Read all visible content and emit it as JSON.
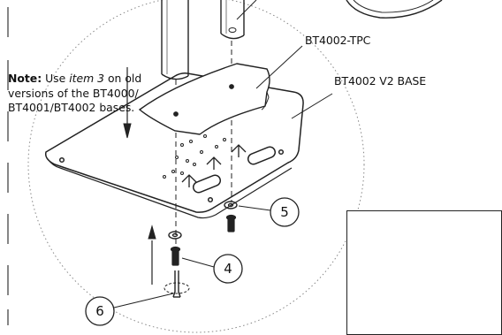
{
  "labels": {
    "tpc": "BT4002-TPC",
    "base": "BT4002 V2 BASE"
  },
  "callouts": [
    "5",
    "4",
    "6"
  ],
  "note": {
    "prefix": "Note:",
    "text_before": " Use ",
    "item_ref": "item 3",
    "text_after": " on old versions of the BT4000/ BT4001/BT4002 bases."
  },
  "colors": {
    "line": "#222222",
    "dotted": "#888888"
  }
}
